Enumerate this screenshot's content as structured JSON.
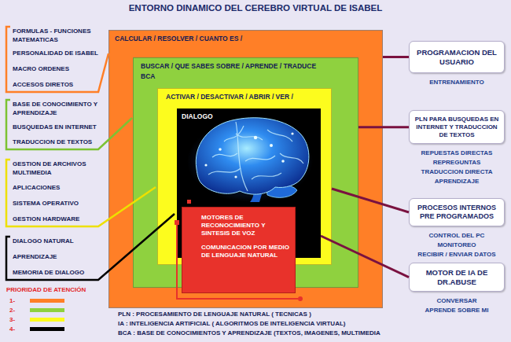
{
  "diagram": {
    "title": "ENTORNO DINAMICO DEL CEREBRO VIRTUAL DE ISABEL",
    "nodes": [
      {
        "text": [
          "CALCULAR / RESOLVER / CUANTO ES /"
        ]
      },
      {
        "text": [
          "BUSCAR / QUE SABES SOBRE / APRENDE / TRADUCE",
          "BCA"
        ],
        "in": 0
      },
      {
        "text": [
          "ACTIVAR / DESACTIVAR / ABRIR / VER /"
        ],
        "in": 1
      },
      {
        "text": [
          "DIALOGO"
        ],
        "in": 2
      },
      {
        "text": [
          "MOTORES DE RECONOCIMIENTO Y SINTESIS DE VOZ",
          "COMUNICACION POR MEDIO DE LENGUAJE NATURAL"
        ],
        "in": 0
      },
      {
        "text": [
          "PROGRAMACION DEL USUARIO"
        ]
      },
      {
        "text": [
          "PLN PARA BUSQUEDAS EN INTERNET Y TRADUCCION DE TEXTOS"
        ]
      },
      {
        "text": [
          "PROCESOS INTERNOS PRE PROGRAMADOS"
        ]
      },
      {
        "text": [
          "MOTOR DE IA DE DR.ABUSE"
        ]
      }
    ],
    "edges": [
      {
        "from": 0,
        "to": 5,
        "arrow": "none"
      },
      {
        "from": 1,
        "to": 6,
        "arrow": "none"
      },
      {
        "from": 2,
        "to": 7,
        "arrow": "none"
      },
      {
        "from": 3,
        "to": 8,
        "arrow": "none"
      }
    ],
    "labels": [
      "FORMULAS - FUNCIONES MATEMATICAS",
      "PERSONALIDAD DE ISABEL",
      "MACRO ORDENES",
      "ACCESOS DIRETOS",
      "BASE DE CONOCIMIENTO Y APRENDIZAJE",
      "BUSQUEDAS EN INTERNET",
      "TRADUCCION DE TEXTOS",
      "GESTION DE ARCHIVOS MULTIMEDIA",
      "APLICACIONES",
      "SISTEMA OPERATIVO",
      "GESTION HARDWARE",
      "DIALOGO NATURAL",
      "APRENDIZAJE",
      "MEMORIA DE DIALOGO",
      "ENTRENAMIENTO",
      "REPUESTAS DIRECTAS",
      "REPREGUNTAS",
      "TRADUCCION DIRECTA",
      "APRENDIZAJE",
      "CONTROL DEL PC",
      "MONITOREO",
      "RECIBIR / ENVIAR DATOS",
      "CONVERSAR",
      "APRENDE SOBRE MI",
      "PRIORIDAD DE ATENCIÓN",
      "PLN : PROCESAMIENTO DE LENGUAJE NATURAL ( TECNICAS )",
      "IA : INTELIGENCIA ARTIFICIAL ( ALGORITMOS DE INTELIGENCIA VIRTUAL)",
      "BCA : BASE DE CONOCIMIENTOS Y APRENDIZAJE (TEXTOS, IMAGENES, MULTIMEDIA"
    ],
    "legend": [
      {
        "text": "1-",
        "color": "#ff7f27"
      },
      {
        "text": "2-",
        "color": "#8fd13f"
      },
      {
        "text": "3-",
        "color": "#fcfc1e"
      },
      {
        "text": "4-",
        "color": "#000000"
      }
    ]
  }
}
